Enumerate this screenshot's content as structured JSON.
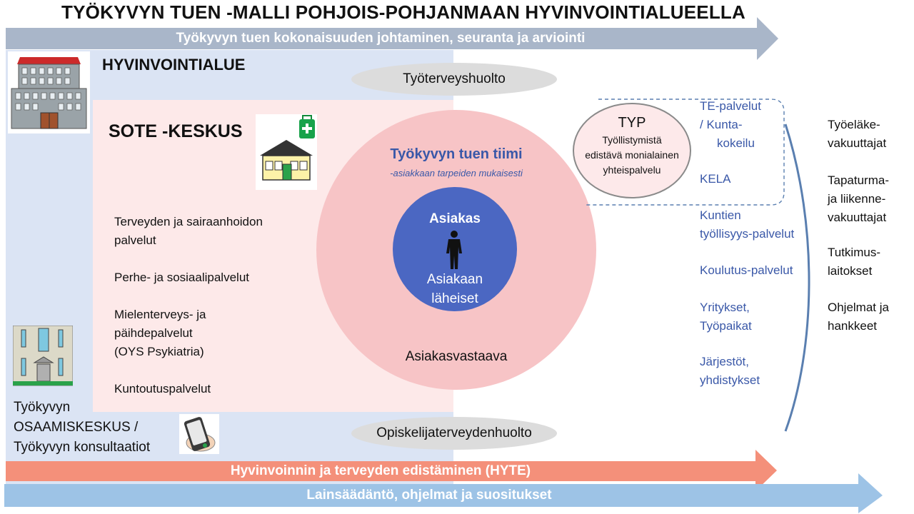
{
  "title": "TYÖKYVYN TUEN -MALLI POHJOIS-POHJANMAAN HYVINVOINTIALUEELLA",
  "top_arrow": "Työkyvyn tuen kokonaisuuden johtaminen, seuranta ja arviointi",
  "hyte_arrow": "Hyvinvoinnin ja terveyden edistäminen (HYTE)",
  "law_arrow": "Lainsäädäntö, ohjelmat ja suositukset",
  "region_label": "HYVINVOINTIALUE",
  "occupational_health": "Työterveyshuolto",
  "student_health": "Opiskelijaterveydenhuolto",
  "sote_label": "SOTE -KESKUS",
  "sote_services": [
    "Terveyden  ja sairaanhoidon",
    "palvelut",
    "Perhe-  ja sosiaalipalvelut",
    "Mielenterveys-  ja",
    "päihdepalvelut",
    "(OYS Psykiatria)",
    "Kuntoutuspalvelut"
  ],
  "competence_center": [
    "Työkyvyn",
    "OSAAMISKESKUS /",
    "Työkyvyn konsultaatiot"
  ],
  "team_title": "Työkyvyn tuen tiimi",
  "team_subtitle": "-asiakkaan tarpeiden mukaisesti",
  "client": "Asiakas",
  "client_close": [
    "Asiakaan",
    "läheiset"
  ],
  "case_manager": "Asiakasvastaava",
  "typ": {
    "title": "TYP",
    "lines": [
      "Työllistymistä",
      "edistävä monialainen",
      "yhteispalvelu"
    ]
  },
  "partners": {
    "te": [
      "TE-palvelut",
      "/ Kunta-",
      "kokeilu"
    ],
    "kela": "KELA",
    "municipal": [
      "Kuntien",
      "työllisyys-palvelut"
    ],
    "education": "Koulutus-palvelut",
    "companies": [
      "Yritykset,",
      "Työpaikat"
    ],
    "organizations": [
      "Järjestöt,",
      "yhdistykset"
    ]
  },
  "external": [
    [
      "Työeläke-",
      "vakuuttajat"
    ],
    [
      "Tapaturma-",
      "ja liikenne-",
      "vakuuttajat"
    ],
    [
      "Tutkimus-",
      "laitokset"
    ],
    [
      "Ohjelmat ja",
      "hankkeet"
    ]
  ],
  "colors": {
    "top_arrow": "#a9b6c9",
    "hyte_arrow": "#f4907a",
    "law_arrow": "#9dc3e6",
    "region_bg": "#dbe4f4",
    "sote_bg": "#fde9e9",
    "big_circle": "#f7c4c6",
    "client_circle": "#4b67c2",
    "partner_text": "#3a58a8",
    "team_title": "#3a58a8"
  },
  "icons": [
    "hospital-building-icon",
    "house-icon",
    "first-aid-kit-icon",
    "office-building-icon",
    "phone-in-hand-icon",
    "person-silhouette-icon"
  ]
}
